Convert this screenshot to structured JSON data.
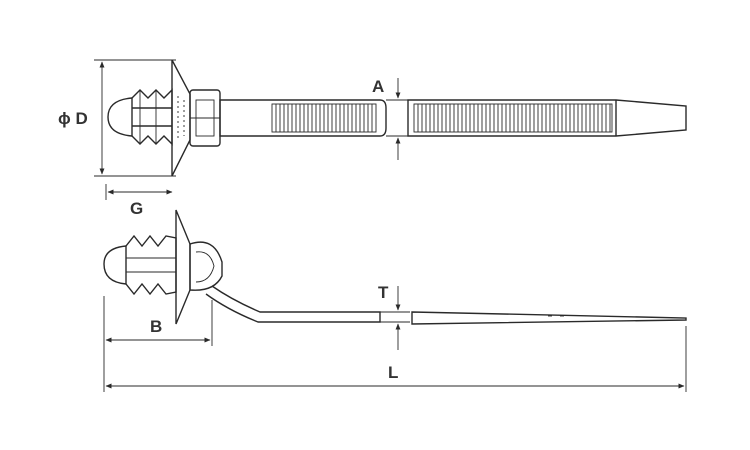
{
  "labels": {
    "diameter": "ϕ D",
    "a": "A",
    "g": "G",
    "t": "T",
    "b": "B",
    "l": "L"
  },
  "colors": {
    "line": "#2a2a2a",
    "text": "#333333",
    "background": "#ffffff"
  }
}
